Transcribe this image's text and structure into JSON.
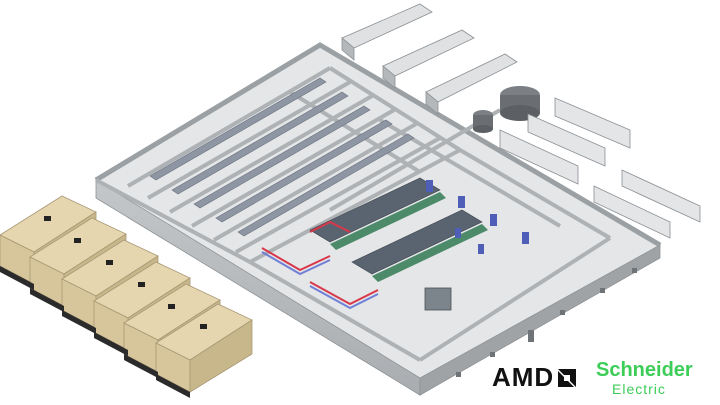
{
  "logos": {
    "amd": {
      "text": "AMD",
      "color": "#111111"
    },
    "schneider": {
      "line1": "Schneider",
      "line2": "Electric",
      "color": "#3dcd58"
    }
  },
  "colors": {
    "wall": "#b9bcbe",
    "wall_dark": "#8f9396",
    "floor": "#e4e6e7",
    "roof": "#cfd2d4",
    "generator": "#e6d6b0",
    "generator_base": "#2b2b2b",
    "chiller": "#dfe1e3",
    "rack": "#5a6470",
    "cooling_red": "#d9374a",
    "cooling_blue": "#6f7fd6",
    "window": "#4f5fb8"
  },
  "icons": {
    "generator": "generator-icon",
    "chiller": "chiller-icon",
    "tank": "tank-icon"
  }
}
